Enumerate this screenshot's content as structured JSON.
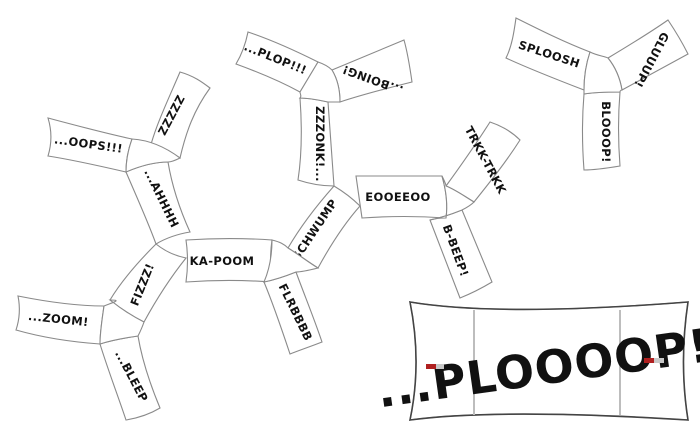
{
  "labels": {
    "zzzzz": "ZZZZZ",
    "oops": "...OOPS!!!",
    "ahhhh": "...AHHHH",
    "fizzz": "FIZZZ!",
    "zoom": "...ZOOM!",
    "bleep": "...BLEEP",
    "kapoom": "KA-POOM",
    "flrbbbb": "FLRBBBB",
    "schwump": "SCHWUMP",
    "zzzonk": "ZZZONK!...",
    "plop": "...PLOP!!!",
    "boing": "...BOING!",
    "eooeeoo": "EOOEEOO",
    "trkk": "TRKK-TRKK",
    "bbeep": "B-BEEP!",
    "sploosh": "SPLOOSH",
    "gluuup": "GLUUUP!",
    "blooop": "BLOOOP!",
    "plooooop": "...PLOOOOP!"
  },
  "colors": {
    "tile_stroke": "#8a8a8a",
    "marker_red": "#b02020",
    "marker_grey": "#c8c8c8"
  }
}
